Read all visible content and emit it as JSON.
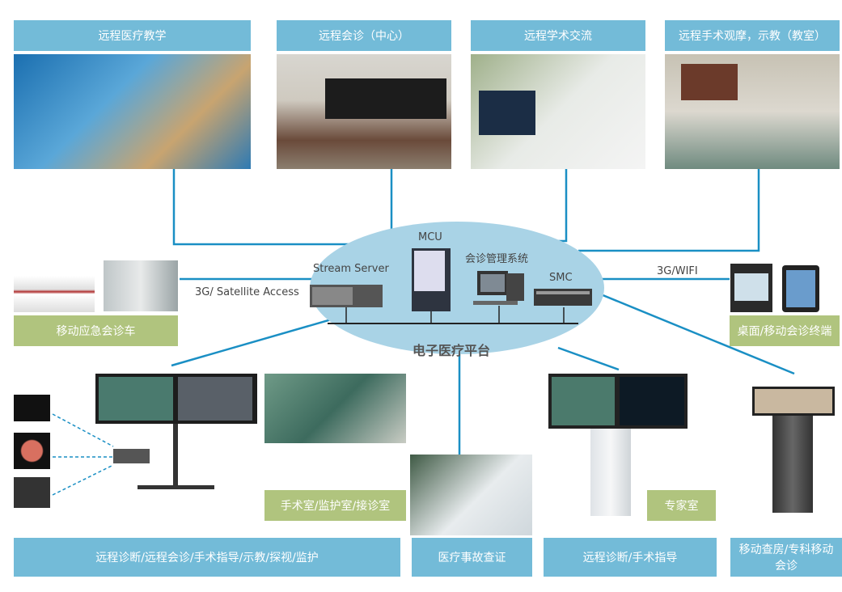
{
  "top_sections": [
    {
      "label": "远程医疗教学",
      "icon": "teaching-photo"
    },
    {
      "label": "远程会诊（中心）",
      "icon": "conference-room-photo"
    },
    {
      "label": "远程学术交流",
      "icon": "academic-exchange-photo"
    },
    {
      "label": "远程手术观摩，示教（教室）",
      "icon": "surgery-observation-photo"
    }
  ],
  "platform": {
    "title": "电子医疗平台",
    "components": [
      "Stream Server",
      "MCU",
      "会诊管理系统",
      "SMC"
    ],
    "fill_color": "#a9d3e6"
  },
  "links": {
    "left": "3G/ Satellite Access",
    "right": "3G/WIFI"
  },
  "side_labels": {
    "ambulance": "移动应急会诊车",
    "terminal": "桌面/移动会诊终端",
    "operating_room": "手术室/监护室/接诊室",
    "expert_room": "专家室"
  },
  "bottom_sections": [
    "远程诊断/远程会诊/手术指导/示教/探视/监护",
    "医疗事故查证",
    "远程诊断/手术指导",
    "移动查房/专科移动会诊"
  ],
  "colors": {
    "blue_box": "#73bbd8",
    "green_box": "#b0c47e",
    "line": "#1a8fc4"
  }
}
